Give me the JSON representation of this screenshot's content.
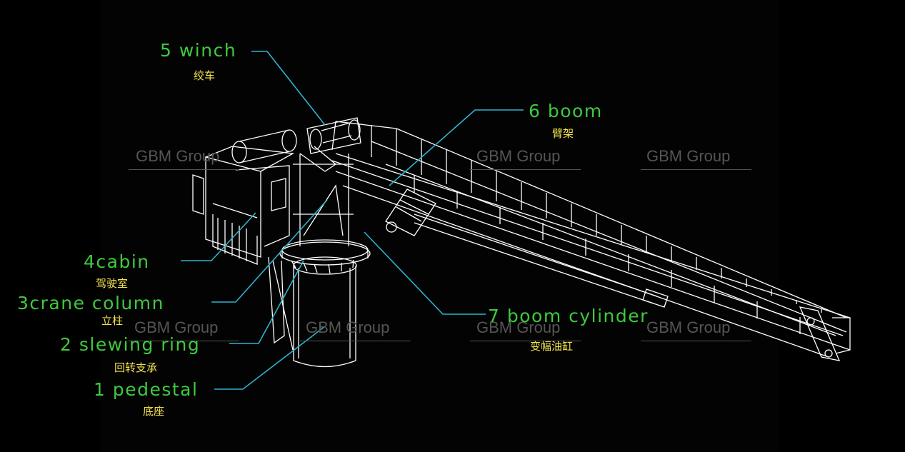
{
  "colors": {
    "background": "#000000",
    "structure": "#ffffff",
    "leader": "#2fb3cf",
    "english_label": "#3ec93e",
    "chinese_label": "#f2e24c",
    "watermark": "#555555"
  },
  "watermark": "GBM Group",
  "labels": [
    {
      "id": "winch",
      "english": "5 winch",
      "chinese": "绞车"
    },
    {
      "id": "boom",
      "english": "6 boom",
      "chinese": "臂架"
    },
    {
      "id": "cabin",
      "english": "4cabin",
      "chinese": "驾驶室"
    },
    {
      "id": "crane-column",
      "english": "3crane column",
      "chinese": "立柱"
    },
    {
      "id": "boom-cylinder",
      "english": "7 boom cylinder",
      "chinese": "变幅油缸"
    },
    {
      "id": "slewing-ring",
      "english": "2 slewing ring",
      "chinese": "回转支承"
    },
    {
      "id": "pedestal",
      "english": "1 pedestal",
      "chinese": "底座"
    }
  ]
}
